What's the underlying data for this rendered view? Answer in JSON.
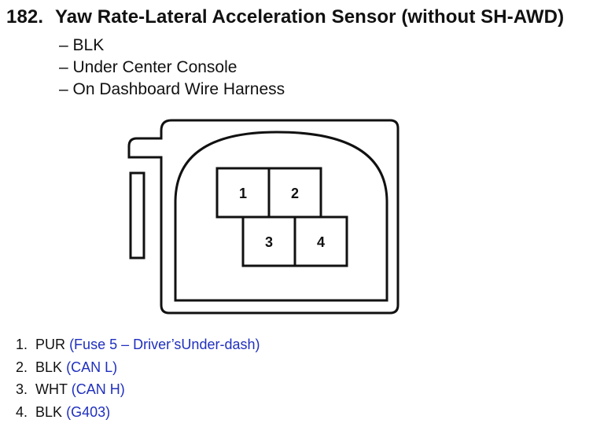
{
  "header": {
    "number": "182.",
    "title": "Yaw Rate-Lateral Acceleration Sensor (without SH-AWD)"
  },
  "notes": [
    "– BLK",
    "– Under Center Console",
    "– On Dashboard Wire Harness"
  ],
  "connector": {
    "pins": [
      {
        "label": "1"
      },
      {
        "label": "2"
      },
      {
        "label": "3"
      },
      {
        "label": "4"
      }
    ]
  },
  "wires": [
    {
      "index": "1.",
      "color": "PUR",
      "circuit": "(Fuse 5 – Driver’sUnder-dash)"
    },
    {
      "index": "2.",
      "color": "BLK",
      "circuit": "(CAN L)"
    },
    {
      "index": "3.",
      "color": "WHT",
      "circuit": "(CAN H)"
    },
    {
      "index": "4.",
      "color": "BLK",
      "circuit": "(G403)"
    }
  ],
  "colors": {
    "line": "#111111",
    "circuit_text": "#1f2fbf"
  }
}
